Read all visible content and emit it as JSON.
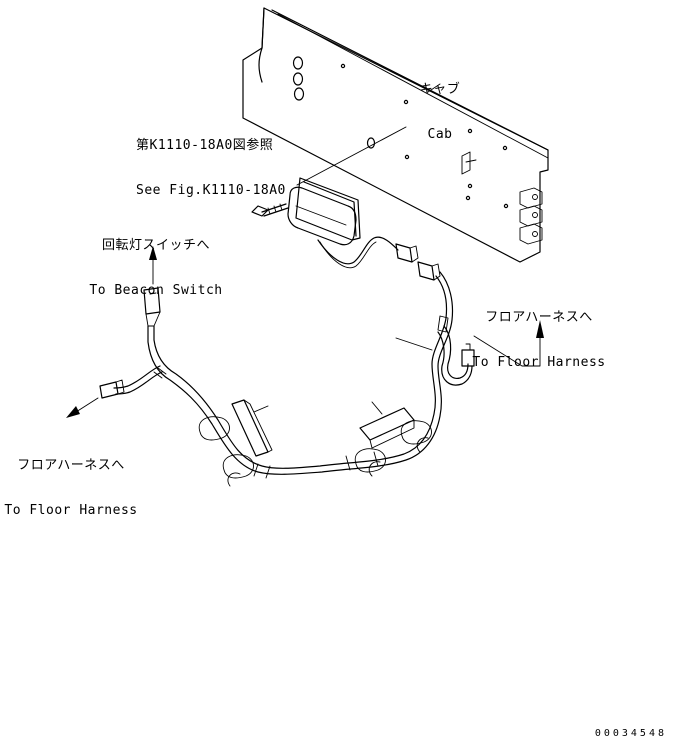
{
  "labels": {
    "cab_jp": "キャブ",
    "cab_en": "Cab",
    "see_fig_jp": "第K1110-18A0図参照",
    "see_fig_en": "See Fig.K1110-18A0",
    "beacon_jp": "回転灯スイッチへ",
    "beacon_en": "To Beacon Switch",
    "floor_right_jp": "フロアハーネスへ",
    "floor_right_en": "To Floor Harness",
    "floor_left_jp": "フロアハーネスへ",
    "floor_left_en": "To Floor Harness"
  },
  "doc_number": "00034548",
  "colors": {
    "line": "#000000",
    "background": "#ffffff"
  }
}
